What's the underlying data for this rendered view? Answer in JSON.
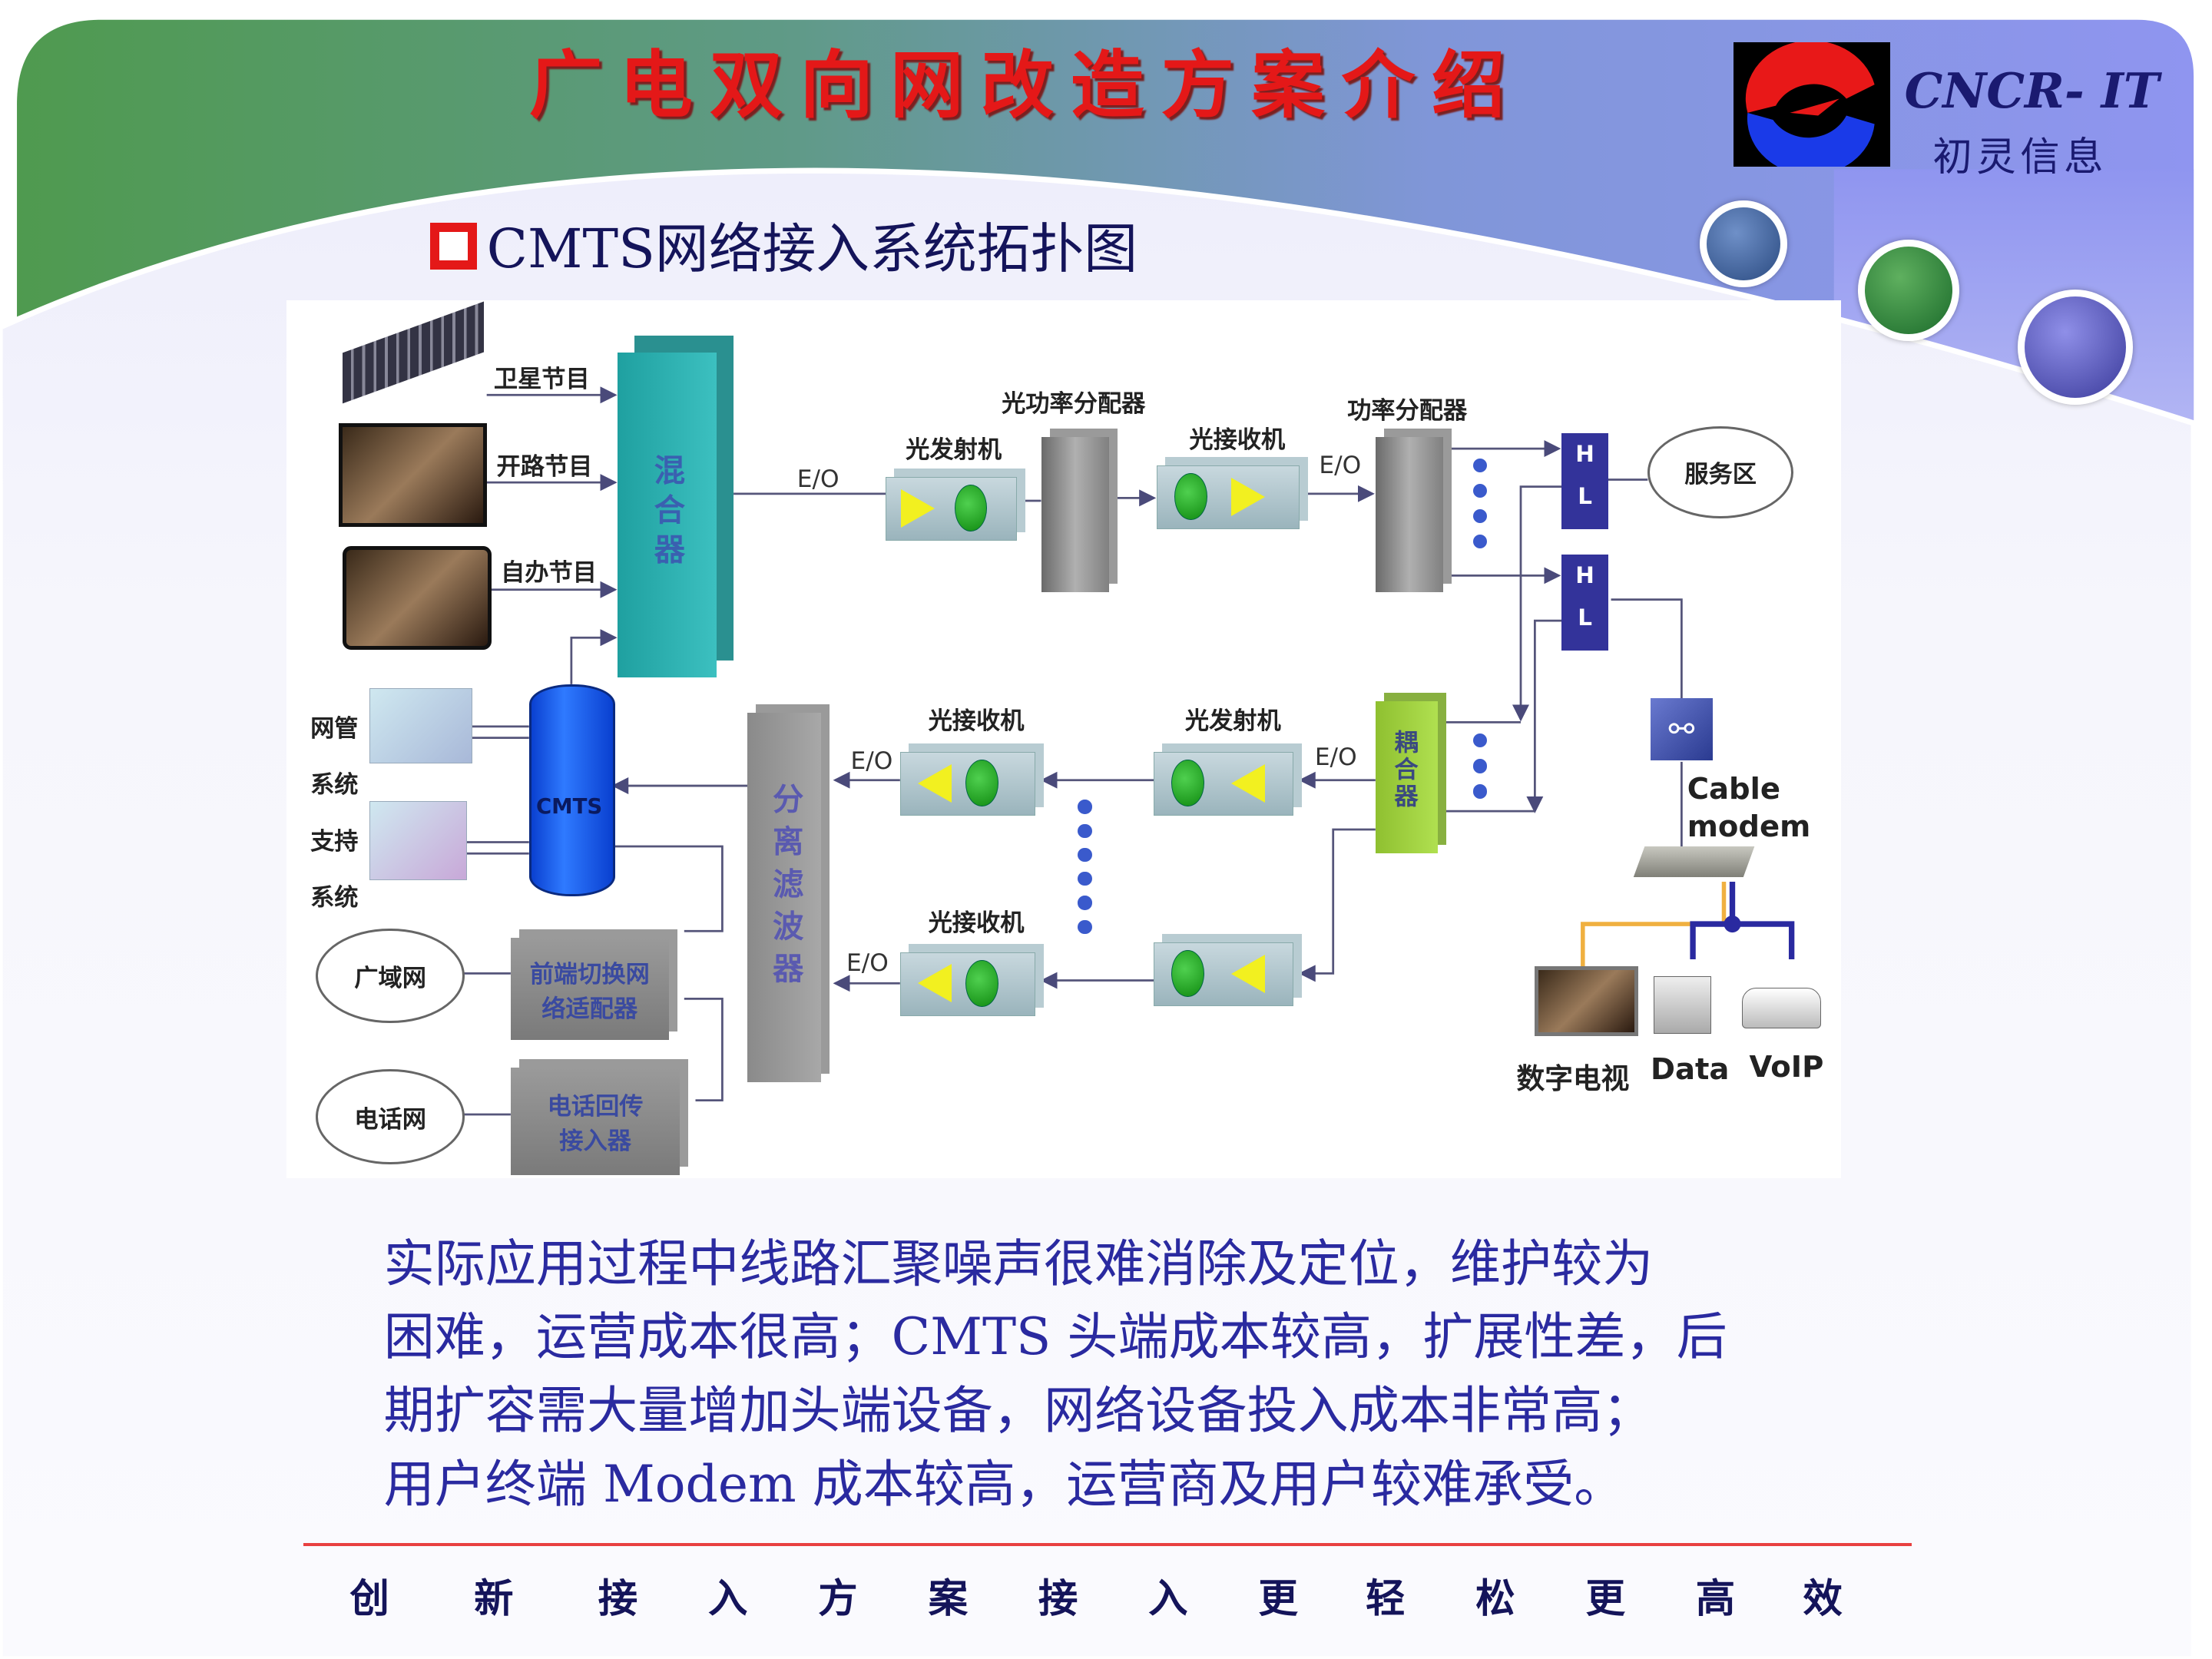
{
  "title": "广电双向网改造方案介绍",
  "logo": {
    "en": "CNCR- IT",
    "cn": "初灵信息"
  },
  "subtitle": "CMTS网络接入系统拓扑图",
  "diagram": {
    "sources": [
      "卫星节目",
      "开路节目",
      "自办节目"
    ],
    "mixer": "混合器",
    "eo": "E/O",
    "optical_transmitter": "光发射机",
    "optical_power_splitter": "光功率分配器",
    "optical_receiver": "光接收机",
    "power_splitter": "功率分配器",
    "hl": [
      "H",
      "L"
    ],
    "service_area": "服务区",
    "cable_modem": [
      "Cable",
      "modem"
    ],
    "terminals": [
      "数字电视",
      "Data",
      "VoIP"
    ],
    "coupler": "耦合器",
    "splitter_filter": "分离滤波器",
    "cmts": "CMTS",
    "nms": [
      "网管",
      "系统"
    ],
    "support": [
      "支持",
      "系统"
    ],
    "wan": "广域网",
    "pstn": "电话网",
    "frontend_adapter": "前端切换网络适配器",
    "phone_return": "电话回传接入器"
  },
  "paragraph": [
    "实际应用过程中线路汇聚噪声很难消除及定位，维护较为",
    "困难，运营成本很高；CMTS 头端成本较高，扩展性差，后",
    "期扩容需大量增加头端设备，网络设备投入成本非常高；",
    "用户终端 Modem 成本较高，运营商及用户较难承受。"
  ],
  "footer": [
    "创",
    "新",
    "接",
    "入",
    "方",
    "案",
    "接",
    "入",
    "更",
    "轻",
    "松",
    "更",
    "高",
    "效"
  ]
}
